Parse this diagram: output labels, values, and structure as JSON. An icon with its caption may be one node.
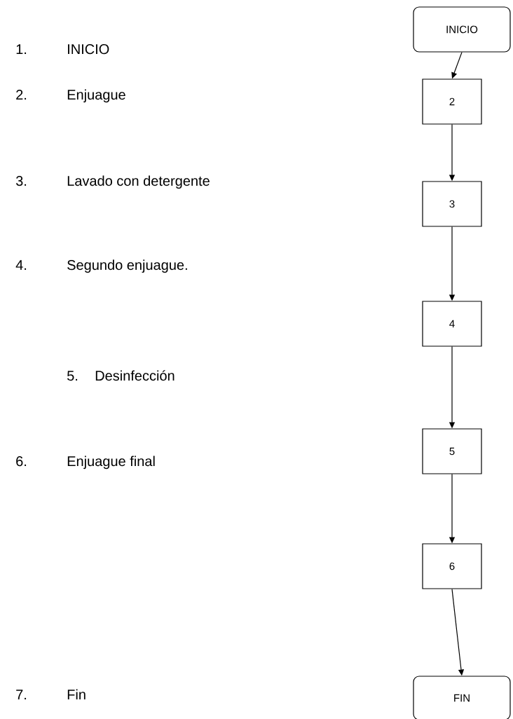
{
  "diagram": {
    "nodes": [
      {
        "text": [
          "INICIO"
        ]
      },
      {
        "text": [
          "2"
        ]
      },
      {
        "text": [
          "3"
        ]
      },
      {
        "text": [
          "4"
        ]
      },
      {
        "text": [
          "5"
        ]
      },
      {
        "text": [
          "6"
        ]
      },
      {
        "text": [
          "FIN"
        ]
      }
    ],
    "edges": [
      {
        "from": 0,
        "to": 1,
        "arrow": "to"
      },
      {
        "from": 1,
        "to": 2,
        "arrow": "to"
      },
      {
        "from": 2,
        "to": 3,
        "arrow": "to"
      },
      {
        "from": 3,
        "to": 4,
        "arrow": "to"
      },
      {
        "from": 4,
        "to": 5,
        "arrow": "to"
      },
      {
        "from": 5,
        "to": 6,
        "arrow": "to"
      }
    ],
    "labels": [
      "1.",
      "INICIO",
      "2.",
      "Enjuague",
      "3.",
      "Lavado con detergente",
      "4.",
      "Segundo enjuague.",
      "5.",
      "Desinfección",
      "6.",
      "Enjuague final",
      "7.",
      "Fin"
    ]
  }
}
